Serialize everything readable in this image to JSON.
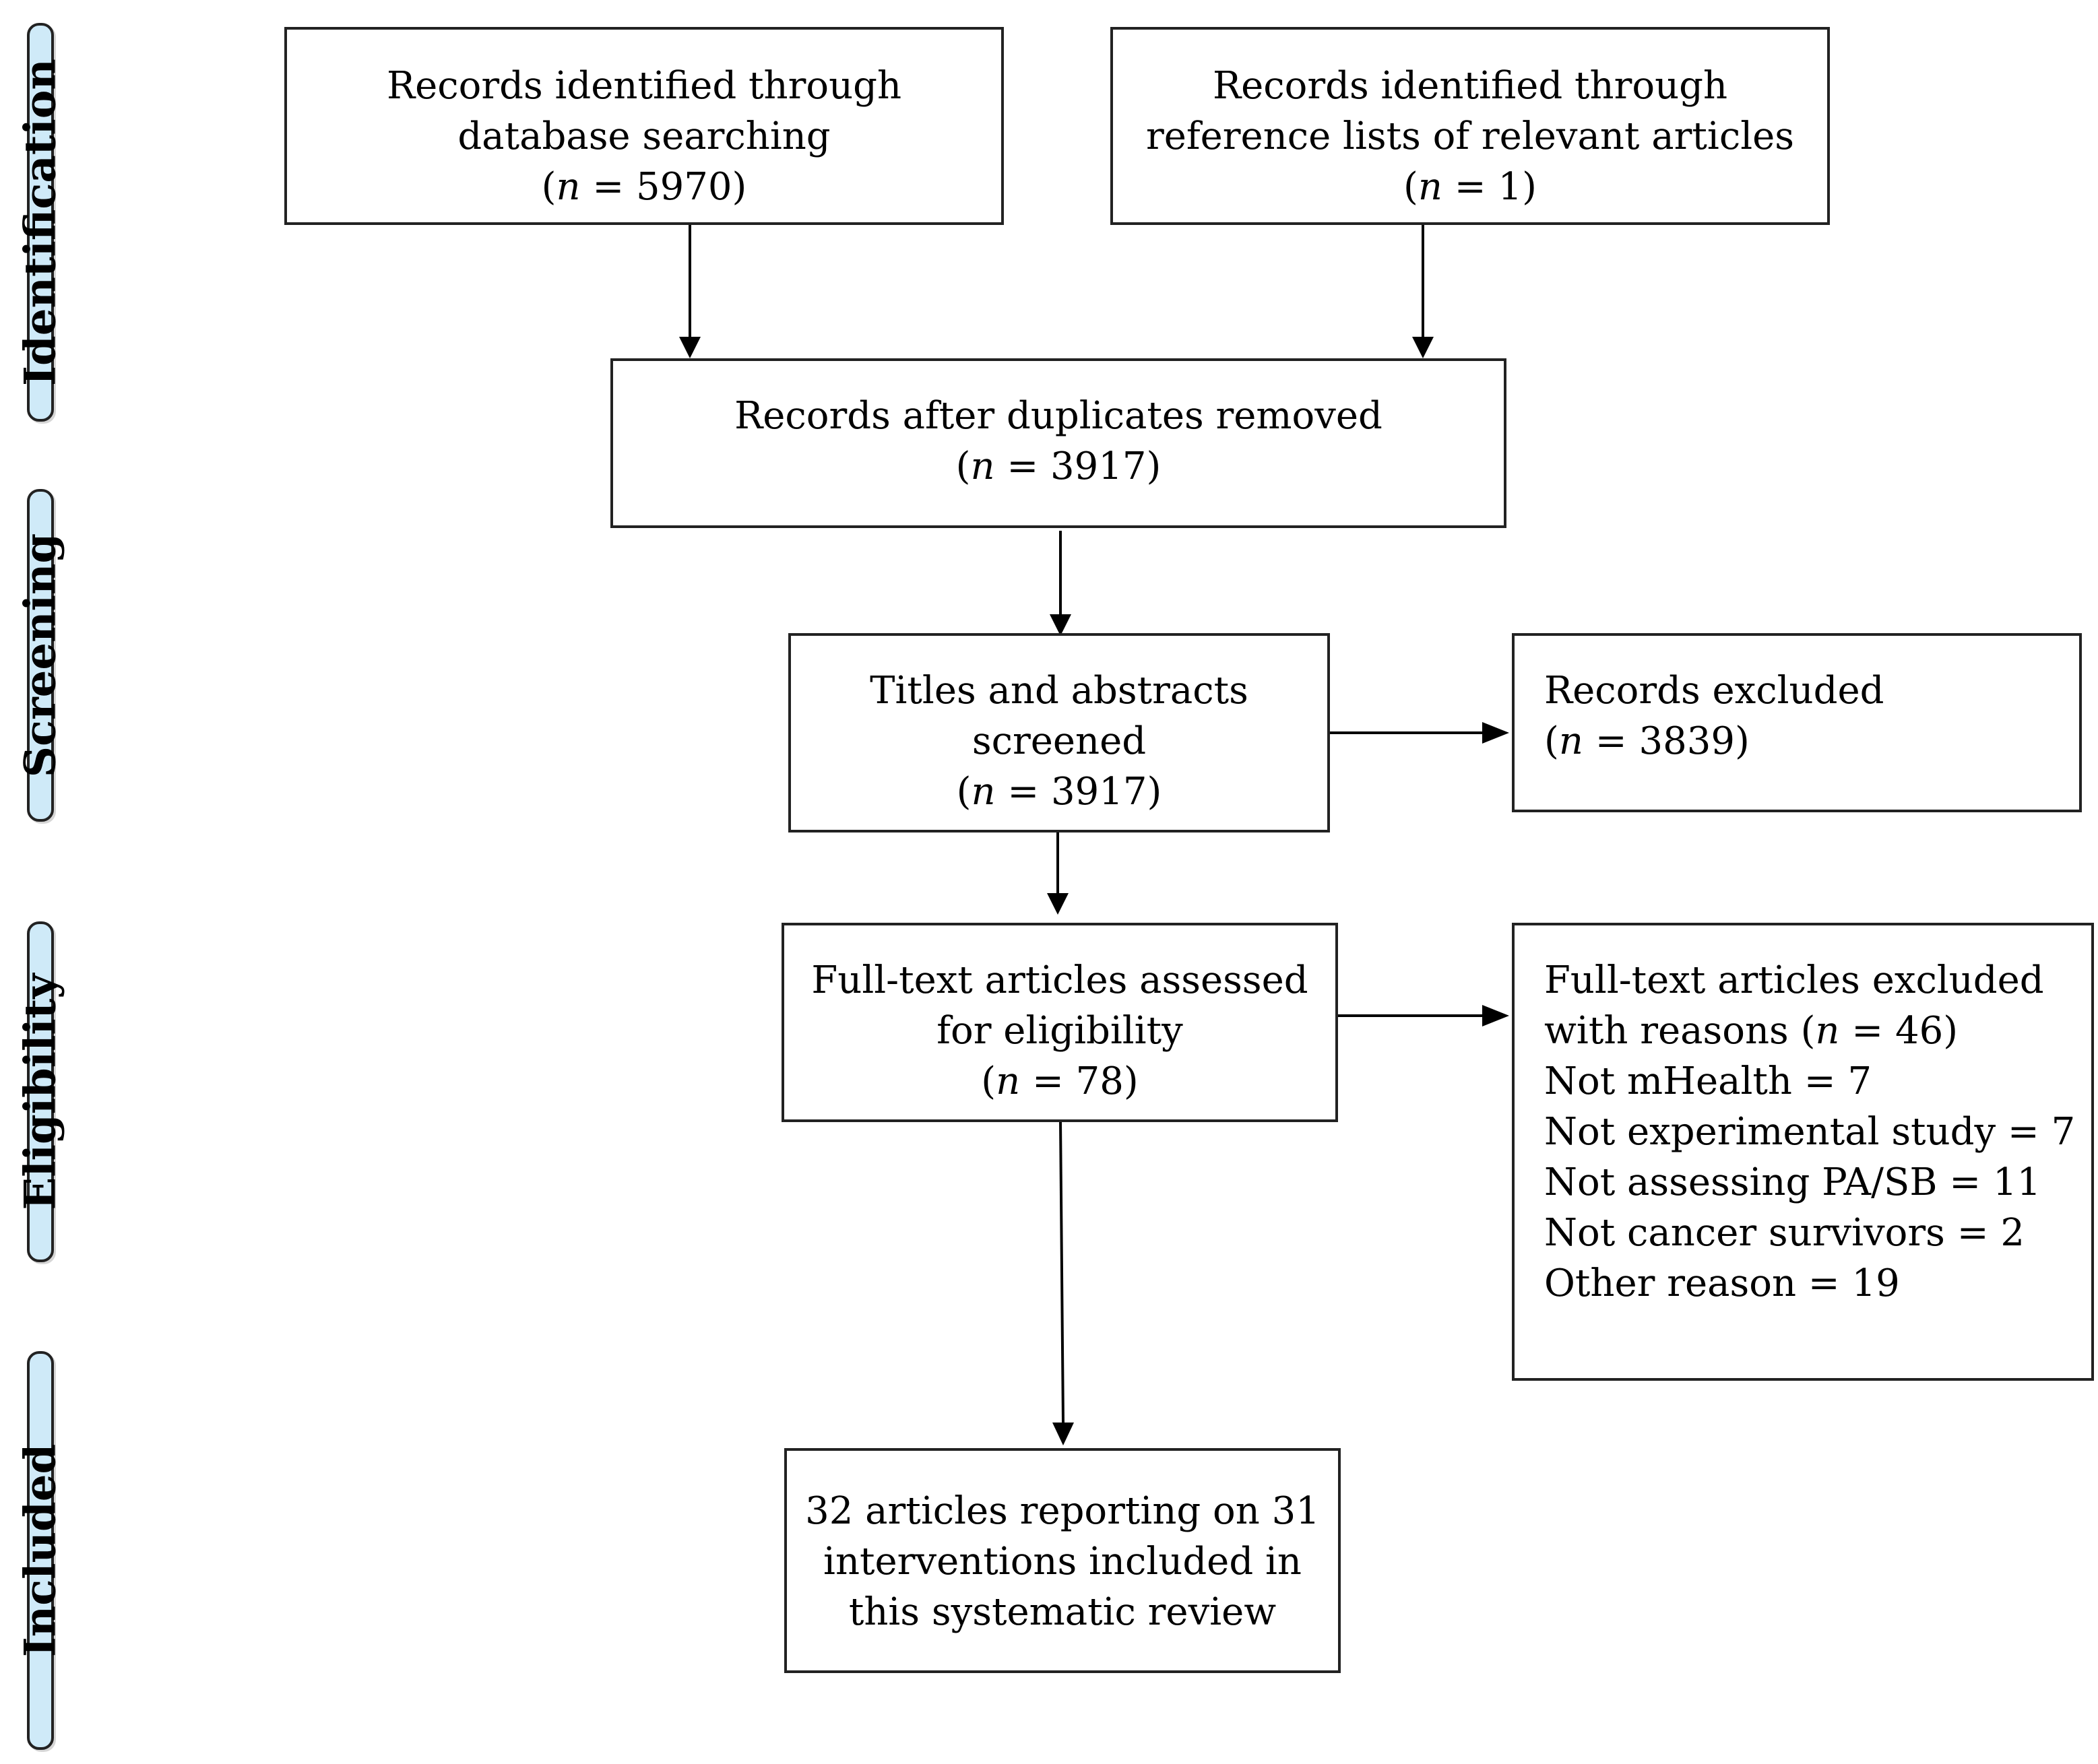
{
  "stages": {
    "identification": "Identification",
    "screening": "Screening",
    "eligibility": "Eligibility",
    "included": "Included"
  },
  "boxes": {
    "database": {
      "line1": "Records identified through",
      "line2": "database searching",
      "n_prefix": "(",
      "n_var": "n",
      "n_value": " = 5970)"
    },
    "references": {
      "line1": "Records identified through",
      "line2": "reference lists of relevant articles",
      "n_prefix": "(",
      "n_var": "n",
      "n_value": " = 1)"
    },
    "duplicates": {
      "line1": "Records after duplicates removed",
      "n_prefix": "(",
      "n_var": "n",
      "n_value": " = 3917)"
    },
    "screened": {
      "line1": "Titles and abstracts",
      "line2": "screened",
      "n_prefix": "(",
      "n_var": "n",
      "n_value": " = 3917)"
    },
    "excluded": {
      "line1": "Records excluded",
      "n_prefix": "(",
      "n_var": "n",
      "n_value": " = 3839)"
    },
    "fulltext": {
      "line1": "Full-text articles assessed",
      "line2": "for eligibility",
      "n_prefix": "(",
      "n_var": "n",
      "n_value": " = 78)"
    },
    "fulltext_excluded": {
      "line1": "Full-text articles excluded",
      "line2_prefix": "with reasons (",
      "n_var": "n",
      "line2_suffix": " = 46)",
      "reasons": [
        "Not mHealth = 7",
        "Not experimental study = 7",
        "Not assessing PA/SB = 11",
        "Not cancer survivors = 2",
        "Other reason = 19"
      ]
    },
    "included": {
      "line1": "32 articles reporting on 31",
      "line2": "interventions included in",
      "line3": "this systematic review"
    }
  }
}
